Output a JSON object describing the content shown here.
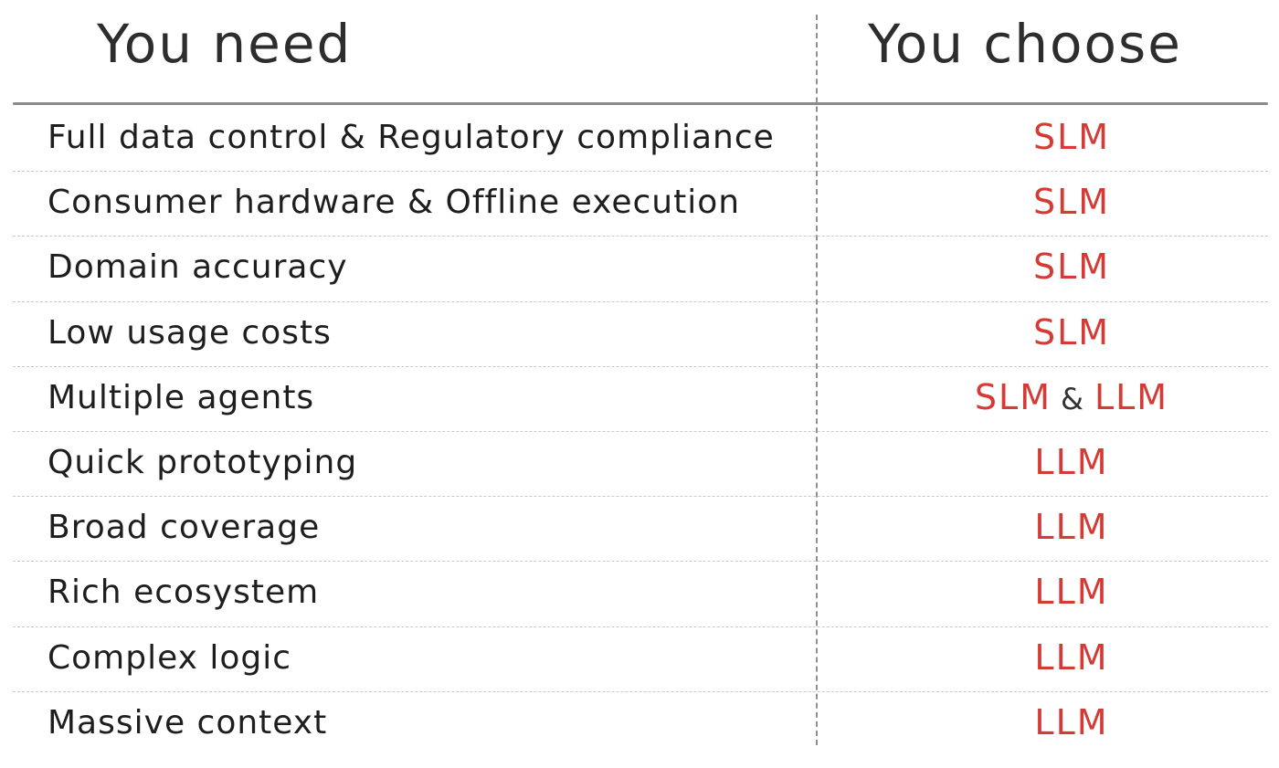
{
  "headers": {
    "need": "You need",
    "choose": "You choose"
  },
  "colors": {
    "model_text": "#d63a35",
    "body_text": "#1e1e1e",
    "rule": "#8a8a8a"
  },
  "rows": [
    {
      "need": "Full data control & Regulatory compliance",
      "choice_a": "SLM",
      "joiner": "",
      "choice_b": ""
    },
    {
      "need": "Consumer hardware & Offline execution",
      "choice_a": "SLM",
      "joiner": "",
      "choice_b": ""
    },
    {
      "need": "Domain accuracy",
      "choice_a": "SLM",
      "joiner": "",
      "choice_b": ""
    },
    {
      "need": "Low usage costs",
      "choice_a": "SLM",
      "joiner": "",
      "choice_b": ""
    },
    {
      "need": "Multiple agents",
      "choice_a": "SLM",
      "joiner": "&",
      "choice_b": "LLM"
    },
    {
      "need": "Quick prototyping",
      "choice_a": "LLM",
      "joiner": "",
      "choice_b": ""
    },
    {
      "need": "Broad coverage",
      "choice_a": "LLM",
      "joiner": "",
      "choice_b": ""
    },
    {
      "need": "Rich ecosystem",
      "choice_a": "LLM",
      "joiner": "",
      "choice_b": ""
    },
    {
      "need": "Complex logic",
      "choice_a": "LLM",
      "joiner": "",
      "choice_b": ""
    },
    {
      "need": "Massive context",
      "choice_a": "LLM",
      "joiner": "",
      "choice_b": ""
    }
  ]
}
